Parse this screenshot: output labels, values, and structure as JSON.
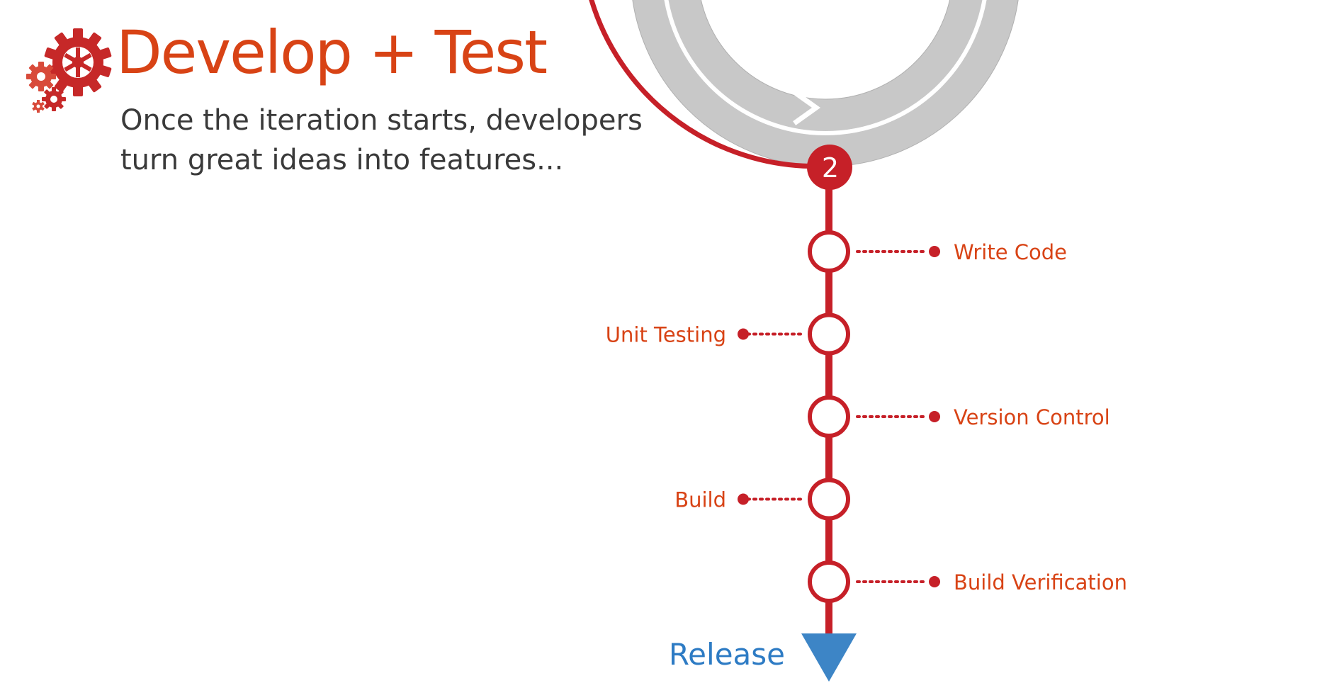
{
  "slide": {
    "title": "Develop + Test",
    "subtitle_line1": "Once the iteration starts, developers",
    "subtitle_line2": "turn great ideas into features..."
  },
  "icons": {
    "header_gears": "gears-icon",
    "cycle_arrow": "chevron-right-icon",
    "release_arrow": "down-triangle-icon"
  },
  "diagram": {
    "stage_number": "2",
    "steps": [
      {
        "label": "Write Code",
        "side": "right"
      },
      {
        "label": "Unit Testing",
        "side": "left"
      },
      {
        "label": "Version Control",
        "side": "right"
      },
      {
        "label": "Build",
        "side": "left"
      },
      {
        "label": "Build Verification",
        "side": "right"
      }
    ],
    "end_label": "Release"
  },
  "colors": {
    "accent_orange": "#d84315",
    "timeline_red": "#c62028",
    "ring_gray": "#c8c8c8",
    "release_blue": "#3d85c6",
    "subtitle_gray": "#3a3a3a"
  }
}
